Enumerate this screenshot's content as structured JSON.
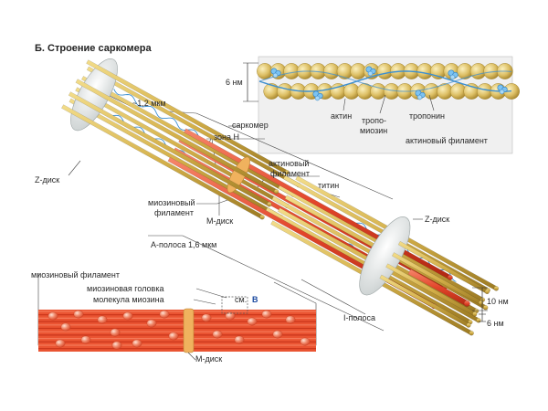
{
  "title": "Б. Строение саркомера",
  "labels": {
    "width_6nm_top": "6 нм",
    "actin": "актин",
    "tropomyosin_1": "тропо-",
    "tropomyosin_2": "миозин",
    "troponin": "тропонин",
    "actin_filament_inset": "актиновый филамент",
    "length_1_2": "~1,2 мкм",
    "sarcomere": "саркомер",
    "h_zone": "зона Н",
    "actin_filament_1": "актиновый",
    "actin_filament_2": "филамент",
    "titin": "титин",
    "z_disk_left": "Z-диск",
    "myosin_filament_1": "миозиновый",
    "myosin_filament_2": "филамент",
    "m_disk": "М-диск",
    "a_band": "А-полоса 1,6 мкм",
    "z_disk_right": "Z-диск",
    "i_band": "I-полоса",
    "width_10nm": "10 нм",
    "width_6nm_bottom": "6 нм",
    "myosin_filament_inset": "миозиновый филамент",
    "myosin_head": "миозиновая головка",
    "myosin_molecule": "молекула миозина",
    "see": "см.",
    "see_ref": "В",
    "m_disk_bottom": "М-диск"
  },
  "colors": {
    "actin_gold": "#d4b04a",
    "myosin_red": "#e2452a",
    "titin_blue": "#3d8fd0",
    "disk_white": "#e9ecec",
    "m_disk_orange": "#f0b25e"
  }
}
